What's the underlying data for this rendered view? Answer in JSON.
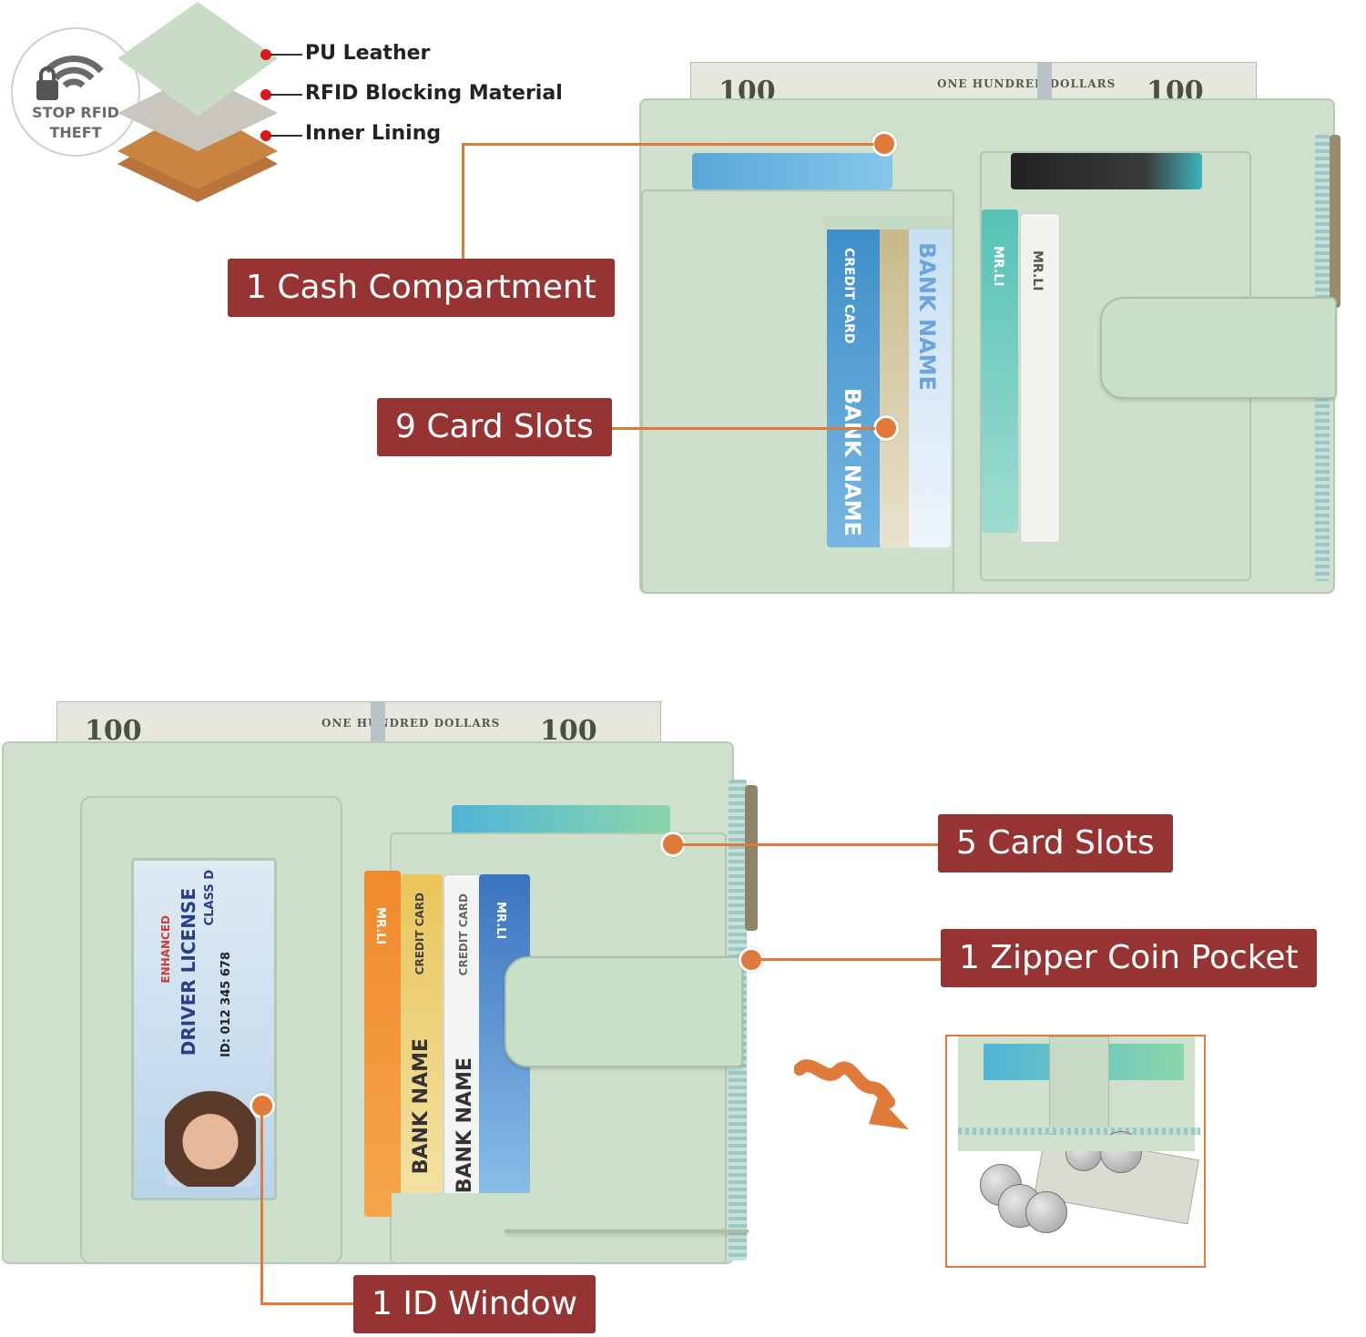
{
  "rfid_badge": {
    "text_line1": "STOP RFID",
    "text_line2": "THEFT",
    "icon": "wifi-lock-icon"
  },
  "layers": [
    {
      "label": "PU Leather"
    },
    {
      "label": "RFID Blocking Material"
    },
    {
      "label": "Inner Lining"
    }
  ],
  "callouts": {
    "cash": "1 Cash Compartment",
    "card9": "9 Card Slots",
    "card5": "5 Card Slots",
    "zipper": "1 Zipper Coin Pocket",
    "id": "1 ID Window"
  },
  "bill": {
    "denomination": "100",
    "text": "ONE HUNDRED DOLLARS"
  },
  "cards": {
    "credit": "CREDIT CARD",
    "bank": "BANK NAME",
    "mrli": "MR.LI",
    "license_title": "DRIVER LICENSE",
    "license_enhanced": "ENHANCED",
    "license_class": "CLASS D",
    "license_id": "ID: 012 345 678"
  },
  "colors": {
    "label_bg": "#963434",
    "accent": "#e07a3a",
    "wallet": "#cfe0cc"
  }
}
